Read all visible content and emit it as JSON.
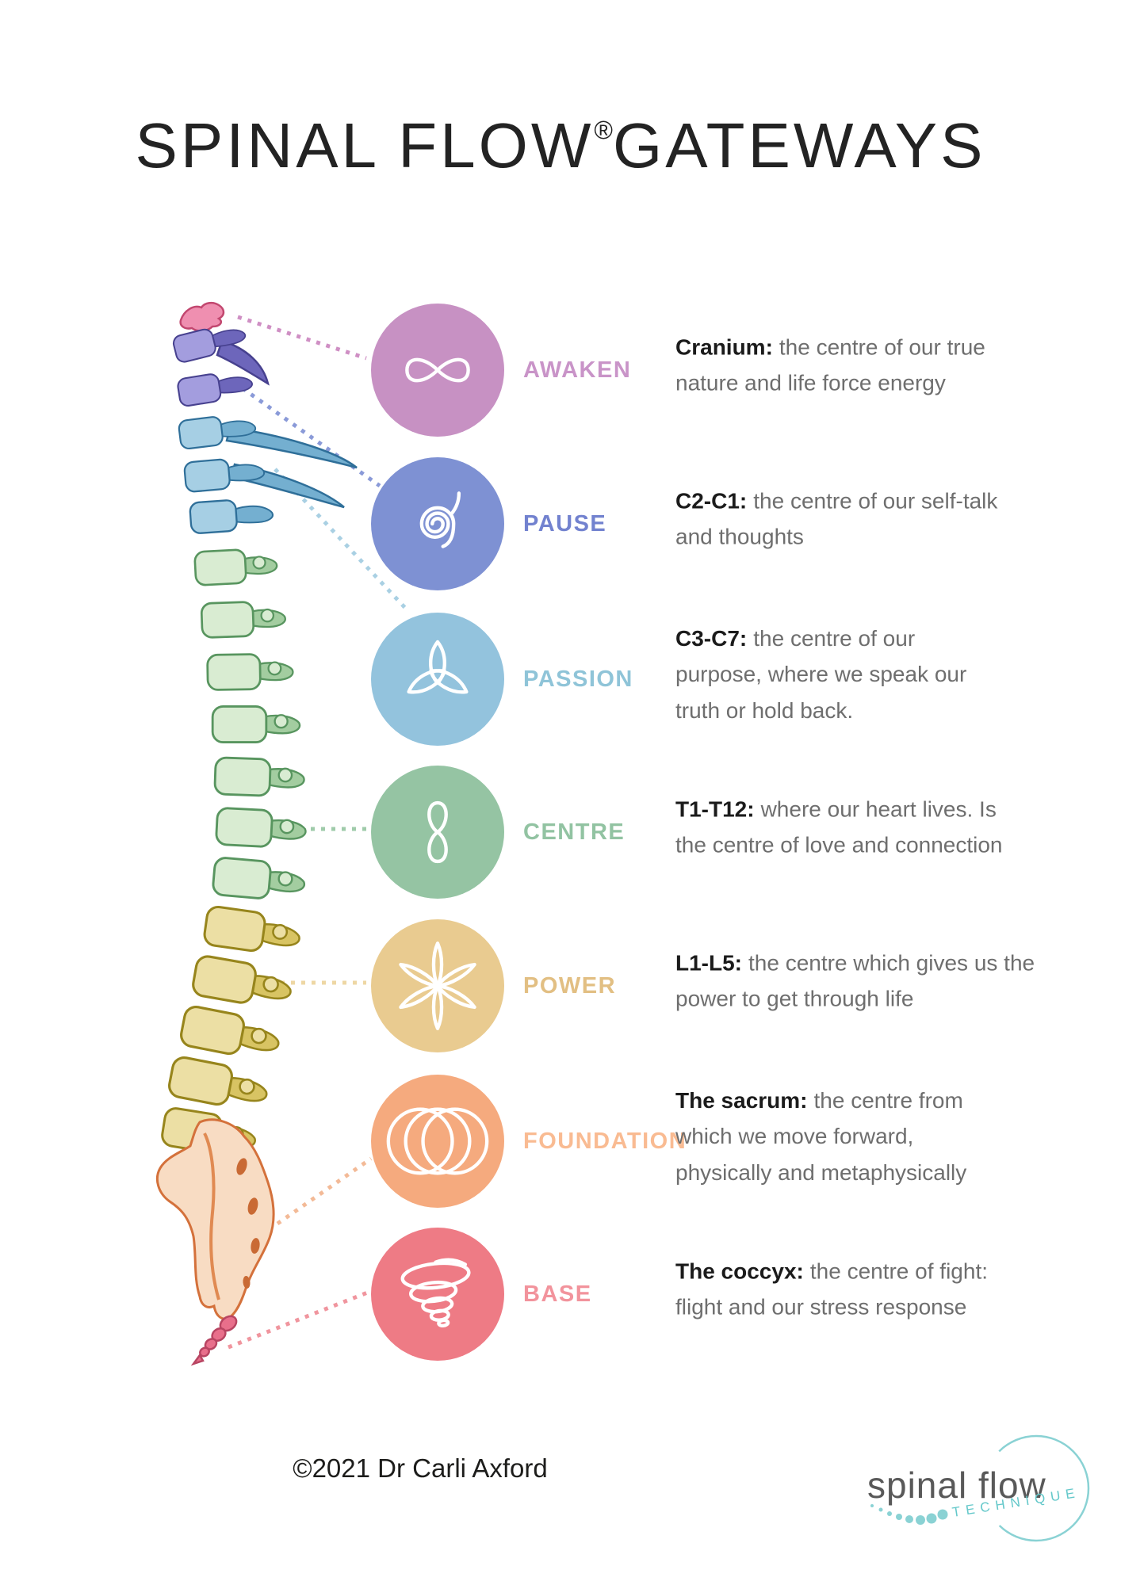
{
  "title": {
    "main": "SPINAL FLOW",
    "reg": "®",
    "tail": "GATEWAYS"
  },
  "gateways": [
    {
      "label": "AWAKEN",
      "icon": "infinity-icon",
      "circle_color": "#c791c3",
      "label_color": "#c994c8",
      "line_color": "#cf8fc4",
      "region": "Cranium:",
      "desc": "the centre of our true nature and life force energy"
    },
    {
      "label": "PAUSE",
      "icon": "spiral-icon",
      "circle_color": "#7e91d3",
      "label_color": "#7282cf",
      "line_color": "#8a9ad8",
      "region": "C2-C1:",
      "desc": "the centre of our self-talk and thoughts"
    },
    {
      "label": "PASSION",
      "icon": "triquetra-icon",
      "circle_color": "#93c3dd",
      "label_color": "#8fc4d8",
      "line_color": "#a9d0e3",
      "region": "C3-C7:",
      "desc": "the centre of our purpose, where we speak our truth or hold back."
    },
    {
      "label": "CENTRE",
      "icon": "vertical-infinity-icon",
      "circle_color": "#95c4a3",
      "label_color": "#92c3a2",
      "line_color": "#9fcbaa",
      "region": "T1-T12:",
      "desc": "where our heart lives. Is the centre of love and connection"
    },
    {
      "label": "POWER",
      "icon": "flower-icon",
      "circle_color": "#e9cb90",
      "label_color": "#e2bf83",
      "line_color": "#eed7a4",
      "region": "L1-L5:",
      "desc": "the centre which gives us the power to get through life"
    },
    {
      "label": "FOUNDATION",
      "icon": "overlapping-circles-icon",
      "circle_color": "#f5aa7e",
      "label_color": "#f9bb92",
      "line_color": "#f3ba97",
      "region": "The sacrum:",
      "desc": "the centre from which we move forward, physically and metaphysically"
    },
    {
      "label": "BASE",
      "icon": "tornado-icon",
      "circle_color": "#ee7b85",
      "label_color": "#f2939c",
      "line_color": "#f0959e",
      "region": "The coccyx:",
      "desc": "the centre of fight: flight and our stress response"
    }
  ],
  "spine": {
    "regions": [
      {
        "name": "cranium",
        "color": "#ef8fb0"
      },
      {
        "name": "cervical-c1-c2",
        "color": "#8f88cf"
      },
      {
        "name": "cervical-c3-c7",
        "color": "#a6cfe4"
      },
      {
        "name": "thoracic",
        "color": "#d9ecd2"
      },
      {
        "name": "lumbar",
        "color": "#ecdfa4"
      },
      {
        "name": "sacrum",
        "color": "#f8dcc3"
      },
      {
        "name": "coccyx",
        "color": "#e86f8b"
      }
    ]
  },
  "footer": {
    "copyright": "©2021 Dr Carli Axford"
  },
  "logo": {
    "name": "spinal flow",
    "tagline": "TECHNIQUE",
    "accent": "#8ad2d4"
  }
}
